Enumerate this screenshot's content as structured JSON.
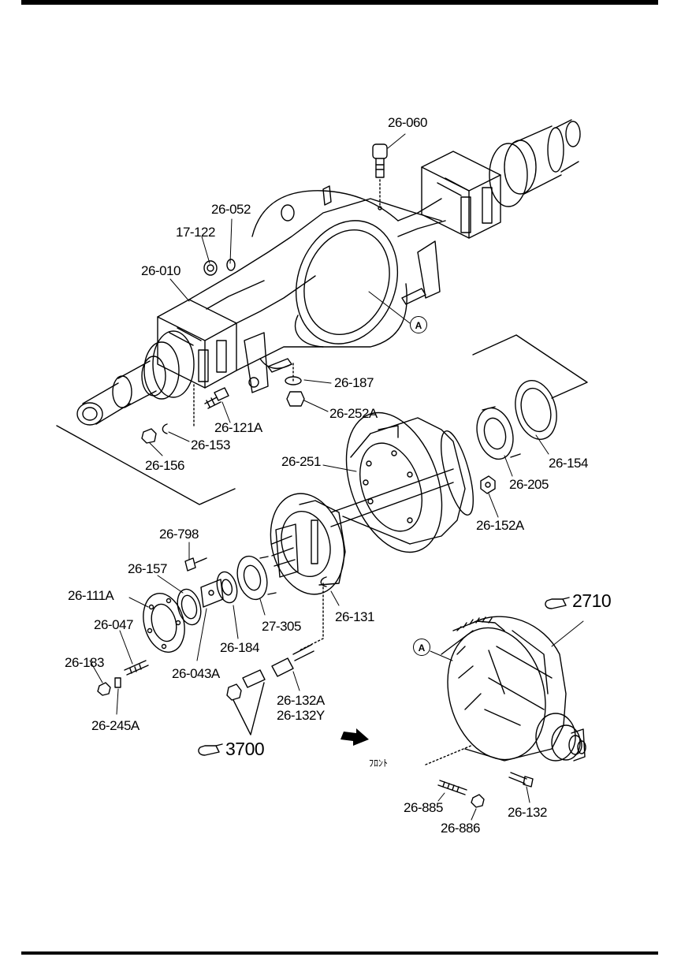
{
  "parts": {
    "p26_060": "26-060",
    "p26_052": "26-052",
    "p17_122": "17-122",
    "p26_010": "26-010",
    "p26_187": "26-187",
    "p26_252A": "26-252A",
    "p26_121A": "26-121A",
    "p26_153": "26-153",
    "p26_156": "26-156",
    "p26_251": "26-251",
    "p26_154": "26-154",
    "p26_205": "26-205",
    "p26_152A": "26-152A",
    "p26_798": "26-798",
    "p26_157": "26-157",
    "p26_111A": "26-111A",
    "p26_047": "26-047",
    "p26_183": "26-183",
    "p26_245A": "26-245A",
    "p26_043A": "26-043A",
    "p26_184": "26-184",
    "p27_305": "27-305",
    "p26_131": "26-131",
    "p26_132A": "26-132A",
    "p26_132Y": "26-132Y",
    "p26_885": "26-885",
    "p26_886": "26-886",
    "p26_132": "26-132"
  },
  "refs": {
    "ref_2710": "2710",
    "ref_3700": "3700"
  },
  "callouts": {
    "a1": "A",
    "a2": "A"
  },
  "front_label": "ﾌﾛﾝﾄ"
}
